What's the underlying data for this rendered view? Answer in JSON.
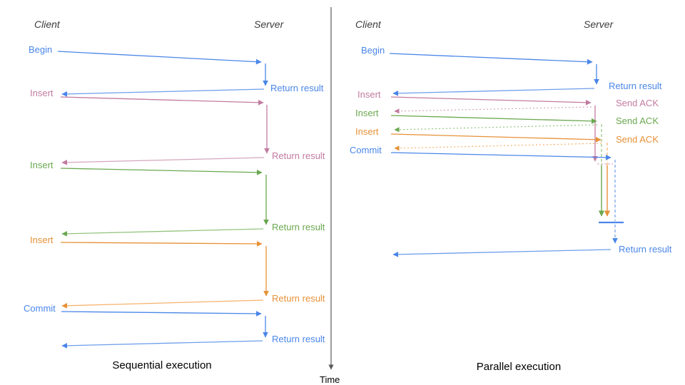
{
  "diagram_type": "client-server sequence comparison",
  "time_axis": {
    "label": "Time"
  },
  "colors": {
    "blue": "#4a86e8",
    "blue_light": "#6d9eeb",
    "pink": "#c27ba0",
    "pink_light": "#d5a6bd",
    "green": "#6aa84f",
    "green_light": "#93c47d",
    "orange": "#e69138",
    "orange_light": "#f6b26b",
    "axis": "#595959",
    "header_text": "#3c3c3c",
    "title_text": "#000000"
  },
  "left": {
    "title": "Sequential execution",
    "headers": {
      "client": "Client",
      "server": "Server"
    },
    "flows": [
      {
        "request": "Begin",
        "response": "Return result",
        "color": "#4a86e8"
      },
      {
        "request": "Insert",
        "response": "Return result",
        "color": "#c27ba0"
      },
      {
        "request": "Insert",
        "response": "Return result",
        "color": "#6aa84f"
      },
      {
        "request": "Insert",
        "response": "Return result",
        "color": "#e69138"
      },
      {
        "request": "Commit",
        "response": "Return result",
        "color": "#4a86e8"
      }
    ]
  },
  "right": {
    "title": "Parallel execution",
    "headers": {
      "client": "Client",
      "server": "Server"
    },
    "flows": [
      {
        "request": "Begin",
        "response": "Return result",
        "color": "#4a86e8"
      },
      {
        "request": "Insert",
        "response": "Send ACK",
        "color": "#c27ba0"
      },
      {
        "request": "Insert",
        "response": "Send ACK",
        "color": "#6aa84f"
      },
      {
        "request": "Insert",
        "response": "Send ACK",
        "color": "#e69138"
      },
      {
        "request": "Commit",
        "response": "Return result",
        "color": "#4a86e8"
      }
    ]
  }
}
